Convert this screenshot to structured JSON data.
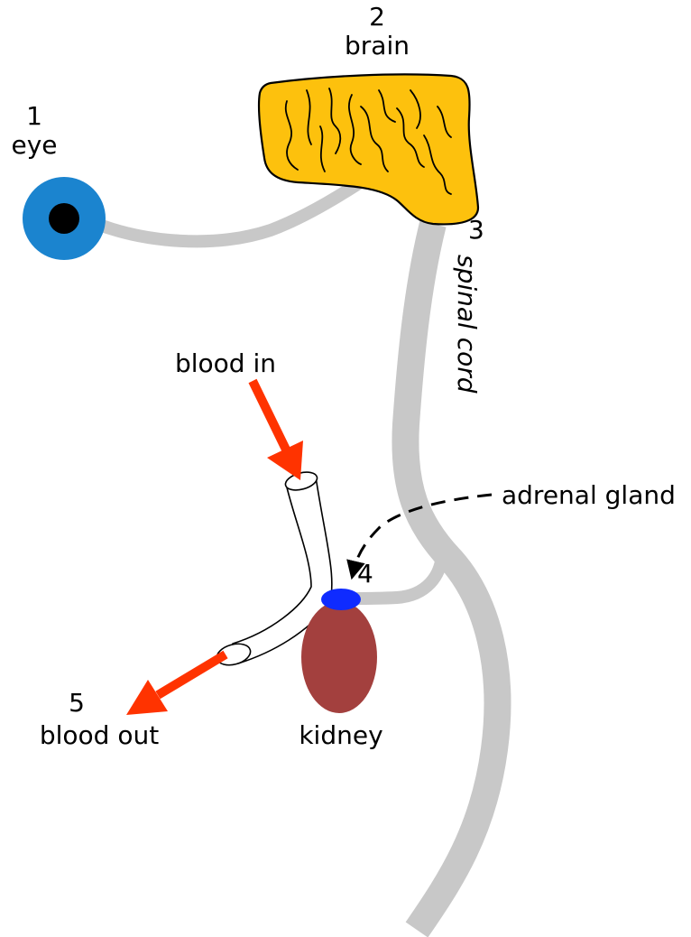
{
  "labels": {
    "eye_number": "1",
    "eye": "eye",
    "brain_number": "2",
    "brain": "brain",
    "spinal_number": "3",
    "spinal_cord": "spinal cord",
    "blood_in": "blood in",
    "adrenal_gland": "adrenal gland",
    "adrenal_number": "4",
    "blood_out_number": "5",
    "blood_out": "blood out",
    "kidney": "kidney"
  },
  "colors": {
    "eye_iris": "#1b84cf",
    "eye_pupil": "#000000",
    "brain_fill": "#fdc10d",
    "nerve_gray": "#c8c8c8",
    "arrow_red": "#ff3300",
    "adrenal_blue": "#0f2bff",
    "kidney_fill": "#a3403e"
  }
}
